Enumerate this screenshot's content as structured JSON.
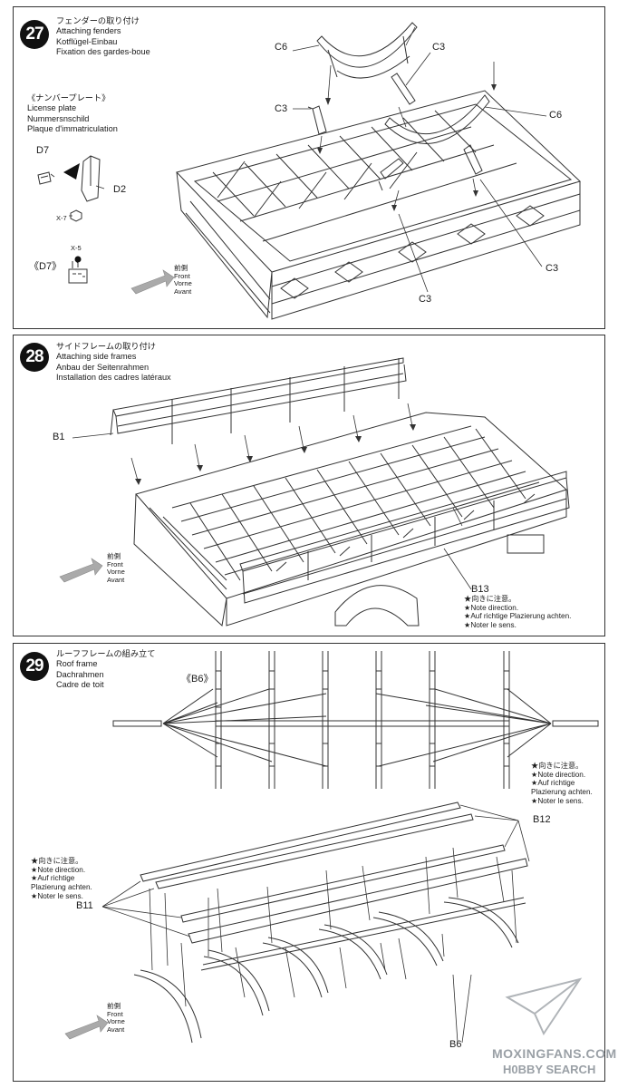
{
  "steps": [
    {
      "number": "27",
      "titles": [
        "フェンダーの取り付け",
        "Attaching fenders",
        "Kotflügel-Einbau",
        "Fixation des gardes-boue"
      ],
      "sub_titles": [
        "《ナンバープレート》",
        "License plate",
        "Nummersnschild",
        "Plaque d'immatriculation"
      ],
      "part_labels": {
        "c6_left": "C6",
        "c3_upper": "C3",
        "c3_left": "C3",
        "c6_right": "C6",
        "c3_right": "C3",
        "c3_lower": "C3",
        "d7": "D7",
        "d2": "D2",
        "x7": "X-7",
        "x5": "X-5",
        "d7_group": "《D7》"
      },
      "front": [
        "前側",
        "Front",
        "Vorne",
        "Avant"
      ]
    },
    {
      "number": "28",
      "titles": [
        "サイドフレームの取り付け",
        "Attaching side frames",
        "Anbau der Seitenrahmen",
        "Installation des cadres latéraux"
      ],
      "part_labels": {
        "b1": "B1",
        "b13": "B13"
      },
      "note": [
        "★向きに注意。",
        "★Note direction.",
        "★Auf richtige Plazierung achten.",
        "★Noter le sens."
      ],
      "front": [
        "前側",
        "Front",
        "Vorne",
        "Avant"
      ]
    },
    {
      "number": "29",
      "titles": [
        "ルーフフレームの組み立て",
        "Roof frame",
        "Dachrahmen",
        "Cadre de toit"
      ],
      "part_labels": {
        "b6_group": "《B6》",
        "b12": "B12",
        "b11": "B11",
        "b6": "B6"
      },
      "note_right": [
        "★向きに注意。",
        "★Note direction.",
        "★Auf richtige",
        "Plazierung achten.",
        "★Noter le sens."
      ],
      "note_left": [
        "★向きに注意。",
        "★Note direction.",
        "★Auf richtige",
        "Plazierung achten.",
        "★Noter le sens."
      ],
      "front": [
        "前側",
        "Front",
        "Vorne",
        "Avant"
      ]
    }
  ],
  "watermark": {
    "line1": "MOXINGFANS.COM",
    "line2": "H0BBY SEARCH"
  }
}
